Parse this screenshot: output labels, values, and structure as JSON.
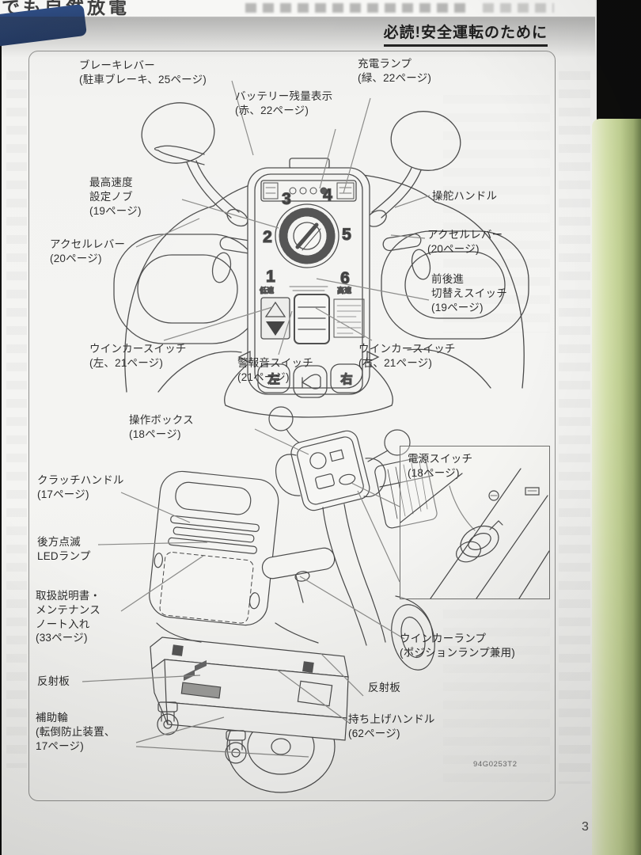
{
  "photo": {
    "top_strip_fragment": "でも自然放電"
  },
  "header": {
    "title": "必読!安全運転のために"
  },
  "handlebar_diagram": {
    "labels": {
      "brake_lever": "ブレーキレバー\n(駐車ブレーキ、25ページ)",
      "battery_indicator": "バッテリー残量表示\n(赤、22ページ)",
      "charge_lamp": "充電ランプ\n(緑、22ページ)",
      "max_speed_knob": "最高速度\n設定ノブ\n(19ページ)",
      "accel_lever_left": "アクセルレバー\n(20ページ)",
      "steering_handle": "操舵ハンドル",
      "accel_lever_right": "アクセルレバー\n(20ページ)",
      "fwd_rev_switch": "前後進\n切替えスイッチ\n(19ページ)",
      "turn_signal_left": "ウインカースイッチ\n(左、21ページ)",
      "horn_switch": "警報音スイッチ\n(21ページ)",
      "turn_signal_right": "ウインカースイッチ\n(右、21ページ)"
    },
    "panel": {
      "dial_numbers": [
        "1",
        "2",
        "3",
        "4",
        "5",
        "6"
      ],
      "low_speed_label": "低速",
      "high_speed_label": "高速",
      "left_button_label": "左",
      "right_button_label": "右"
    }
  },
  "scooter_diagram": {
    "labels": {
      "control_box": "操作ボックス\n(18ページ)",
      "clutch_handle": "クラッチハンドル\n(17ページ)",
      "rear_flash_led": "後方点滅\nLEDランプ",
      "manual_pocket": "取扱説明書・\nメンテナンス\nノート入れ\n(33ページ)",
      "reflector_left": "反射板",
      "aux_wheels": "補助輪\n(転倒防止装置、\n17ページ)",
      "power_switch": "電源スイッチ\n(18ページ)",
      "turn_signal_lamp": "ウインカーランプ\n(ポジションランプ兼用)",
      "reflector_right": "反射板",
      "lift_handle": "持ち上げハンドル\n(62ページ)"
    }
  },
  "footer": {
    "doc_code": "94G0253T2",
    "page_number": "3"
  }
}
